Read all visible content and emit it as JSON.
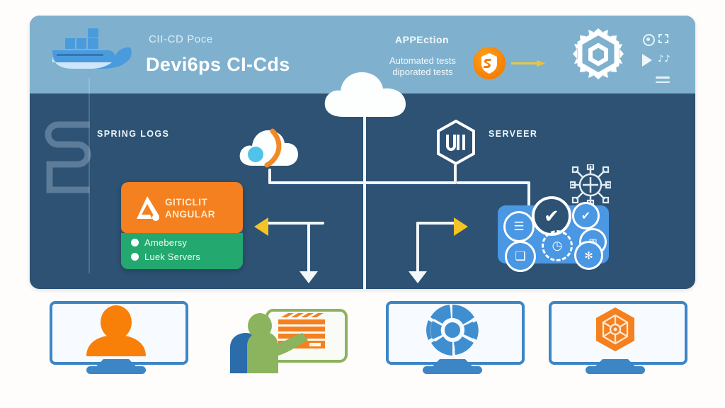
{
  "header": {
    "eyebrow": "CII-CD Poce",
    "title": "Devi6ps CI-Cds",
    "right_label": "APPEction",
    "right_sub": "Automated tests diporated tests",
    "logo_icon": "docker-whale-icon",
    "badge_icon": "orange-shield-s-icon",
    "arrow_icon": "yellow-right-arrow-icon",
    "gear_icon": "gear-icon",
    "controls": [
      {
        "name": "record-circle-icon",
        "glyph": ""
      },
      {
        "name": "expand-icon",
        "glyph": ""
      },
      {
        "name": "play-icon",
        "glyph": ""
      },
      {
        "name": "music-notes-icon",
        "glyph": "♪♪"
      },
      {
        "name": "hamburger-menu-icon",
        "glyph": ""
      }
    ]
  },
  "body": {
    "left_label": "SPRING LOGS",
    "right_label": "SERVEER",
    "s_glyph_icon": "s-shape-decoration",
    "cloud_icon": "cloud-with-orange-swoosh-icon",
    "big_cloud_icon": "white-cloud-icon",
    "hex_icon": "hexagon-w-logo-icon",
    "network_icon": "network-node-icon",
    "card": {
      "logo_icon": "angular-logo-icon",
      "title_line1": "GITICLIT",
      "title_line2": "ANGULAR",
      "bullets": [
        "Amebersy",
        "Luek Servers"
      ]
    },
    "cluster": {
      "icons": [
        {
          "name": "list-icon",
          "glyph": "☰"
        },
        {
          "name": "copy-icon",
          "glyph": "❏"
        },
        {
          "name": "check-circle-large-icon",
          "glyph": "✔"
        },
        {
          "name": "check-circle-small-icon",
          "glyph": "✔"
        },
        {
          "name": "document-icon",
          "glyph": "▥"
        },
        {
          "name": "bug-icon",
          "glyph": "✻"
        },
        {
          "name": "clock-icon",
          "glyph": "◷"
        }
      ]
    },
    "arrows": {
      "left_arrow_icon": "yellow-left-arrow-icon",
      "right_arrow_icon": "yellow-right-arrow-icon",
      "down_arrow_left_icon": "white-down-arrow-icon",
      "down_arrow_right_icon": "white-down-arrow-icon"
    }
  },
  "bottom": {
    "items": [
      {
        "name": "monitor-user-icon",
        "label": ""
      },
      {
        "name": "presenter-whiteboard-icon",
        "label": ""
      },
      {
        "name": "monitor-gear-wheel-icon",
        "label": ""
      },
      {
        "name": "monitor-hexagon-icon",
        "label": ""
      }
    ]
  },
  "colors": {
    "header_blue": "#7fb1cf",
    "body_blue": "#2d5274",
    "orange": "#f4801f",
    "green": "#23a96f",
    "yellow": "#f5c326",
    "light_blue": "#4a97e3",
    "monitor_blue": "#3c86c6"
  }
}
